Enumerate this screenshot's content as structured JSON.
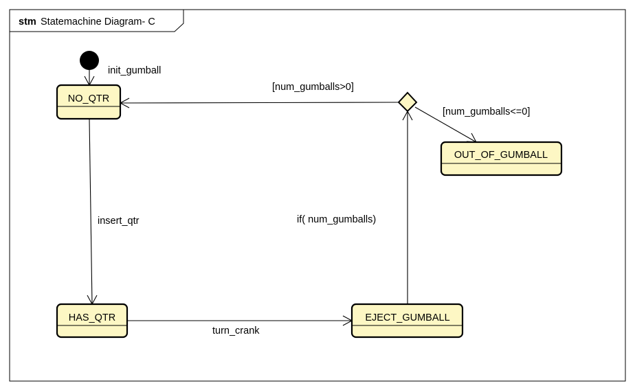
{
  "diagram": {
    "frame_keyword": "stm",
    "frame_title": "Statemachine Diagram- C",
    "states": {
      "no_qtr": "NO_QTR",
      "has_qtr": "HAS_QTR",
      "eject_gumball": "EJECT_GUMBALL",
      "out_of_gumball": "OUT_OF_GUMBALL"
    },
    "transitions": {
      "init": "init_gumball",
      "insert": "insert_qtr",
      "turn": "turn_crank",
      "check": "if( num_gumballs)",
      "more": "[num_gumballs>0]",
      "none": "[num_gumballs<=0]"
    }
  }
}
